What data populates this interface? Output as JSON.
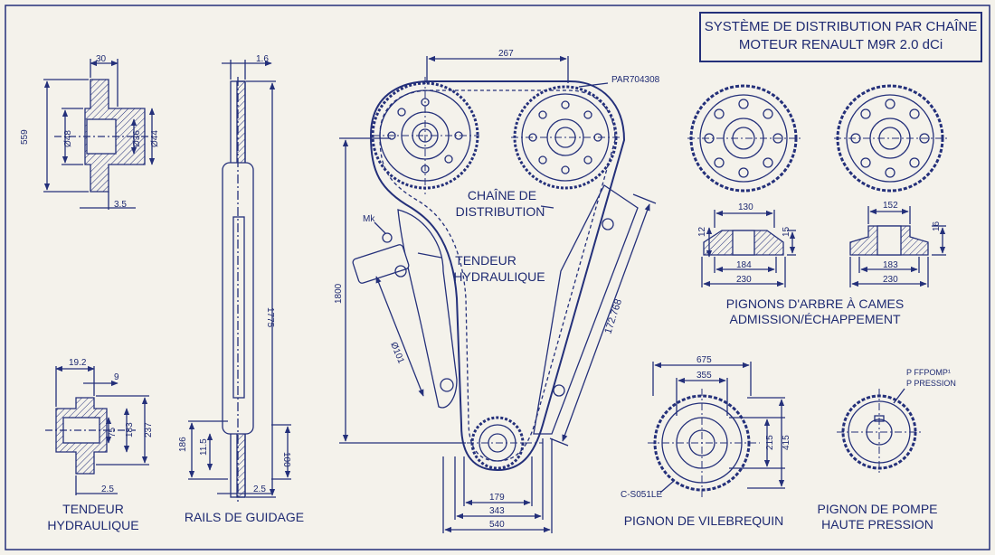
{
  "title": {
    "line1": "SYSTÈME DE DISTRIBUTION PAR CHAÎNE",
    "line2": "MOTEUR RENAULT M9R 2.0 dCi"
  },
  "labels": {
    "tendeur_left_1": "TENDEUR",
    "tendeur_left_2": "HYDRAULIQUE",
    "rails": "RAILS DE GUIDAGE",
    "chaine_1": "CHAÎNE DE",
    "chaine_2": "DISTRIBUTION",
    "tendeur_center_1": "TENDEUR",
    "tendeur_center_2": "HYDRAULIQUE",
    "pignons_1": "PIGNONS D'ARBRE À CAMES",
    "pignons_2": "ADMISSION/ÉCHAPPEMENT",
    "vilebrequin": "PIGNON DE VILEBREQUIN",
    "pompe_1": "PIGNON DE POMPE",
    "pompe_2": "HAUTE PRESSION",
    "part_ref": "PAR704308",
    "crank_ref": "C-S051LE",
    "pump_ref_1": "P FFPOMP¹",
    "pump_ref_2": "P PRESSION",
    "mk": "Mk"
  },
  "dims": {
    "d30": "30",
    "d559": "559",
    "d48": "Ø48",
    "d36": "Ø36",
    "d44": "Ø44",
    "d35": "3.5",
    "d16": "1.6",
    "d1775": "1775",
    "d186": "186",
    "d115": "11.5",
    "d100": "100",
    "d25r": "2.5",
    "d192": "19.2",
    "d9": "9",
    "d75": "75",
    "d183l": "183",
    "d237": "237",
    "d25l": "2.5",
    "d267": "267",
    "d1800": "1800",
    "d101": "Ø101",
    "d172": "172.768",
    "d179": "179",
    "d343": "343",
    "d540": "540",
    "d130": "130",
    "d12": "12",
    "d15": "15",
    "d184": "184",
    "d230l": "230",
    "d152": "152",
    "d16r": "16",
    "d183r": "183",
    "d230r": "230",
    "d675": "675",
    "d355": "355",
    "d215": "215",
    "d415": "415"
  },
  "colors": {
    "paper": "#f4f2eb",
    "ink": "#24307a"
  }
}
